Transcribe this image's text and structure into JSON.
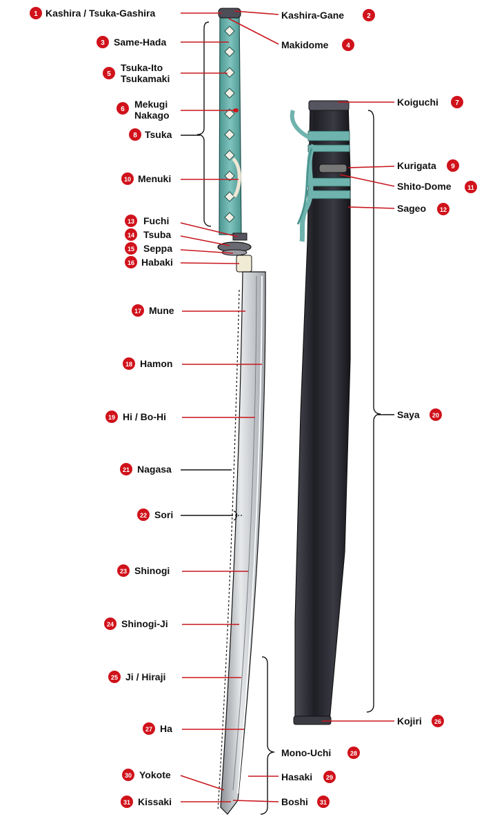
{
  "labels": {
    "l1": {
      "num": "1",
      "text": "Kashira / Tsuka-Gashira"
    },
    "l2": {
      "num": "2",
      "text": "Kashira-Gane"
    },
    "l3": {
      "num": "3",
      "text": "Same-Hada"
    },
    "l4": {
      "num": "4",
      "text": "Makidome"
    },
    "l5": {
      "num": "5",
      "text_1": "Tsuka-Ito",
      "text_2": "Tsukamaki"
    },
    "l6": {
      "num": "6",
      "text_1": "Mekugi",
      "text_2": "Nakago"
    },
    "l7": {
      "num": "7",
      "text": "Koiguchi"
    },
    "l8": {
      "num": "8",
      "text": "Tsuka"
    },
    "l9": {
      "num": "9",
      "text": "Kurigata"
    },
    "l10": {
      "num": "10",
      "text": "Menuki"
    },
    "l11": {
      "num": "11",
      "text": "Shito-Dome"
    },
    "l12": {
      "num": "12",
      "text": "Sageo"
    },
    "l13": {
      "num": "13",
      "text": "Fuchi"
    },
    "l14": {
      "num": "14",
      "text": "Tsuba"
    },
    "l15": {
      "num": "15",
      "text": "Seppa"
    },
    "l16": {
      "num": "16",
      "text": "Habaki"
    },
    "l17": {
      "num": "17",
      "text": "Mune"
    },
    "l18": {
      "num": "18",
      "text": "Hamon"
    },
    "l19": {
      "num": "19",
      "text": "Hi / Bo-Hi"
    },
    "l20": {
      "num": "20",
      "text": "Saya"
    },
    "l21": {
      "num": "21",
      "text": "Nagasa"
    },
    "l22": {
      "num": "22",
      "text": "Sori"
    },
    "l23": {
      "num": "23",
      "text": "Shinogi"
    },
    "l24": {
      "num": "24",
      "text": "Shinogi-Ji"
    },
    "l25": {
      "num": "25",
      "text": "Ji / Hiraji"
    },
    "l26": {
      "num": "26",
      "text": "Kojiri"
    },
    "l27": {
      "num": "27",
      "text": "Ha"
    },
    "l28": {
      "num": "28",
      "text": "Mono-Uchi"
    },
    "l29": {
      "num": "29",
      "text": "Hasaki"
    },
    "l30": {
      "num": "30",
      "text": "Yokote"
    },
    "l31a": {
      "num": "31",
      "text": "Kissaki"
    },
    "l31b": {
      "num": "31",
      "text": "Boshi"
    }
  },
  "colors": {
    "badge": "#d0121b",
    "leader_red": "#c8161d",
    "wrap": "#6fb3ae",
    "saya": "#2c2c34",
    "blade": "#c9ccd0"
  }
}
